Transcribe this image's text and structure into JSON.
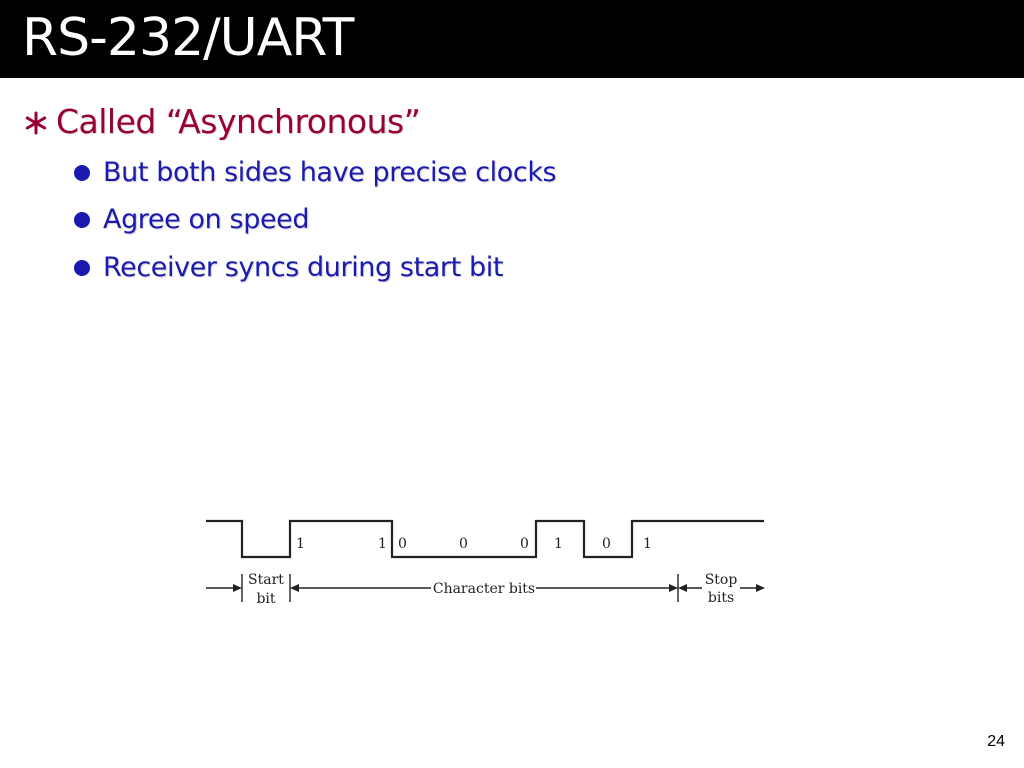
{
  "slide": {
    "title": "RS-232/UART",
    "main_bullet": "Called “Asynchronous”",
    "sub_bullets": [
      "But both sides have precise clocks",
      "Agree on speed",
      "Receiver syncs during start bit"
    ],
    "page_number": "24"
  },
  "diagram": {
    "bit_labels": [
      "1",
      "1",
      "0",
      "0",
      "0",
      "1",
      "0",
      "1"
    ],
    "start_label": [
      "Start",
      "bit"
    ],
    "character_label": "Character bits",
    "stop_label": [
      "Stop",
      "bits"
    ]
  },
  "colors": {
    "title_bar": "#000000",
    "title_text": "#ffffff",
    "main_bullet": "#990033",
    "sub_bullet": "#1a1ab0"
  }
}
